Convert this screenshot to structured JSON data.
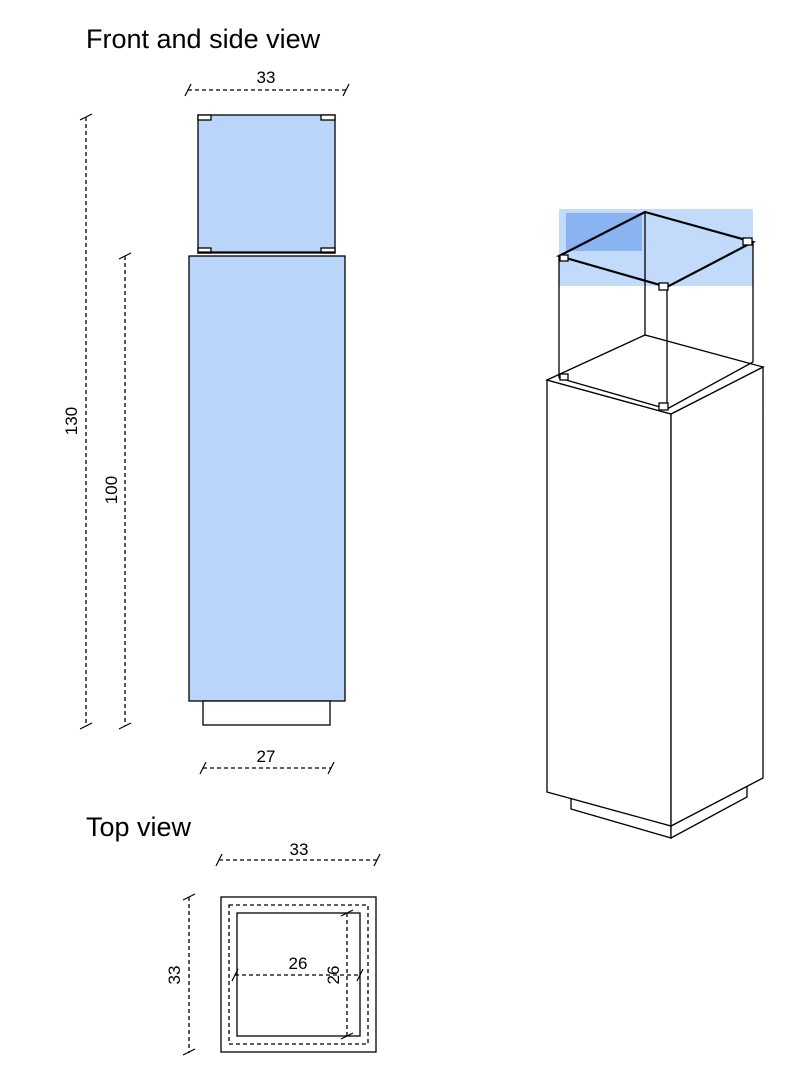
{
  "headings": {
    "front_side": "Front and side view",
    "top": "Top view"
  },
  "dimensions": {
    "front_top_width": "33",
    "front_total_height": "130",
    "front_body_height": "100",
    "front_base_width": "27",
    "top_width": "33",
    "top_height": "33",
    "top_inner_width": "26",
    "top_inner_height": "26"
  },
  "colors": {
    "panel_fill": "#b9d5fa",
    "highlight_band": "#c2dbfb",
    "highlight_corner": "#8ab3f2",
    "line": "#000000"
  }
}
